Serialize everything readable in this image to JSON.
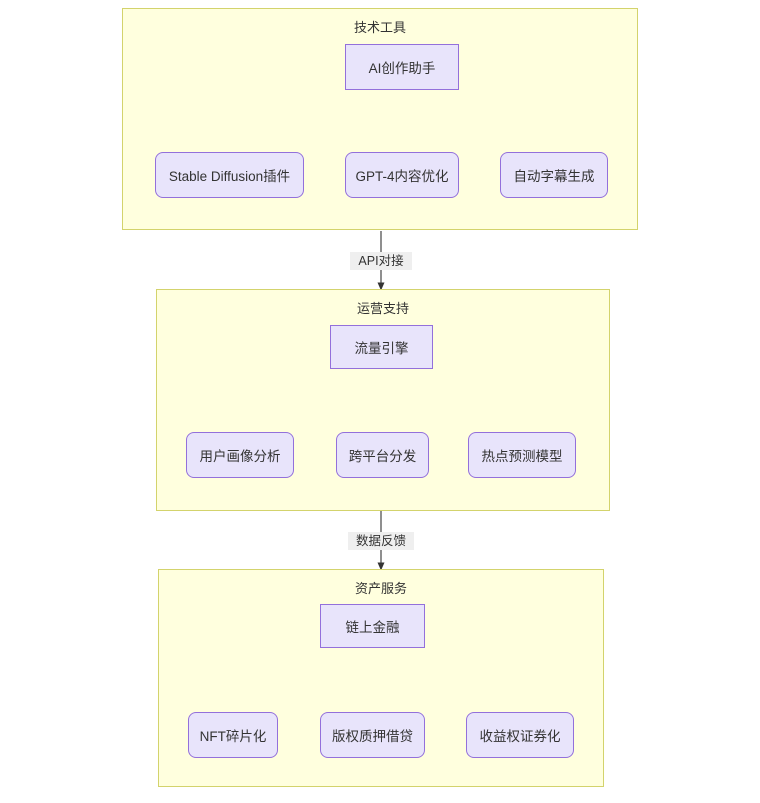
{
  "diagram": {
    "type": "flowchart",
    "direction": "top-to-bottom",
    "colors": {
      "subgraph_fill": "#ffffde",
      "subgraph_border": "#d3d36c",
      "node_fill": "#e8e4fb",
      "node_border": "#9370db",
      "edge_stroke": "#333333",
      "edge_label_bg": "#efefef",
      "text": "#333333",
      "canvas": "#ffffff"
    },
    "subgraphs": [
      {
        "id": "tech-tools",
        "title": "技术工具",
        "primary": {
          "id": "ai-assistant",
          "label": "AI创作助手"
        },
        "leaves": [
          {
            "id": "stable-diffusion-plugin",
            "label": "Stable Diffusion插件"
          },
          {
            "id": "gpt4-content-optimization",
            "label": "GPT-4内容优化"
          },
          {
            "id": "auto-subtitle-generation",
            "label": "自动字幕生成"
          }
        ]
      },
      {
        "id": "operations-support",
        "title": "运营支持",
        "primary": {
          "id": "traffic-engine",
          "label": "流量引擎"
        },
        "leaves": [
          {
            "id": "user-profile-analysis",
            "label": "用户画像分析"
          },
          {
            "id": "cross-platform-distribution",
            "label": "跨平台分发"
          },
          {
            "id": "hotspot-prediction-model",
            "label": "热点预测模型"
          }
        ]
      },
      {
        "id": "asset-services",
        "title": "资产服务",
        "primary": {
          "id": "on-chain-finance",
          "label": "链上金融"
        },
        "leaves": [
          {
            "id": "nft-fractionalization",
            "label": "NFT碎片化"
          },
          {
            "id": "copyright-pledge-lending",
            "label": "版权质押借贷"
          },
          {
            "id": "revenue-right-securitization",
            "label": "收益权证券化"
          }
        ]
      }
    ],
    "connectors": [
      {
        "id": "api-docking",
        "label": "API对接",
        "from": "tech-tools",
        "to": "operations-support"
      },
      {
        "id": "data-feedback",
        "label": "数据反馈",
        "from": "operations-support",
        "to": "asset-services"
      }
    ]
  }
}
